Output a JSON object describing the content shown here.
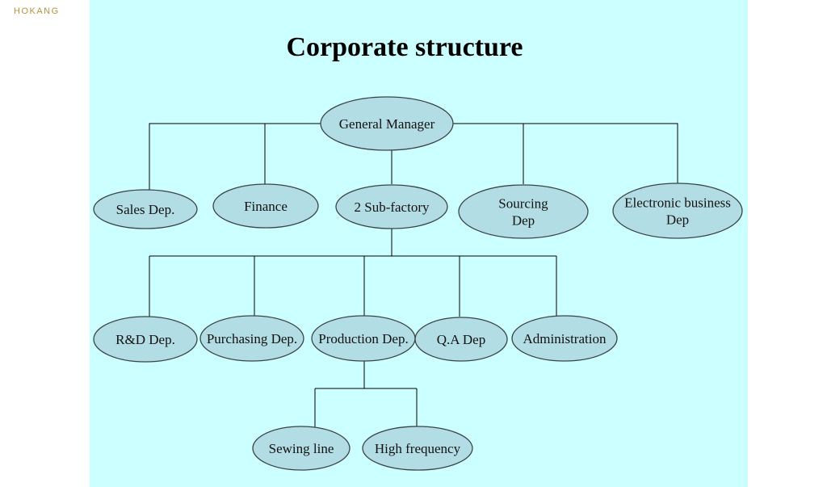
{
  "brand": "HOKANG",
  "title": "Corporate structure",
  "colors": {
    "panel": "#ccffff",
    "node_fill": "#b3dde4",
    "node_stroke": "#3a4448",
    "brand": "#b6923f"
  },
  "nodes": {
    "general_manager": [
      "General Manager"
    ],
    "sales": [
      "Sales Dep."
    ],
    "finance": [
      "Finance"
    ],
    "sub_factory": [
      "2 Sub-factory"
    ],
    "sourcing": [
      "Sourcing",
      "Dep"
    ],
    "electronic": [
      "Electronic business",
      "Dep"
    ],
    "rnd": [
      "R&D Dep."
    ],
    "purchasing": [
      "Purchasing Dep."
    ],
    "production": [
      "Production Dep."
    ],
    "qa": [
      "Q.A Dep"
    ],
    "administration": [
      "Administration"
    ],
    "sewing": [
      "Sewing line"
    ],
    "high_frequency": [
      "High frequency"
    ]
  }
}
